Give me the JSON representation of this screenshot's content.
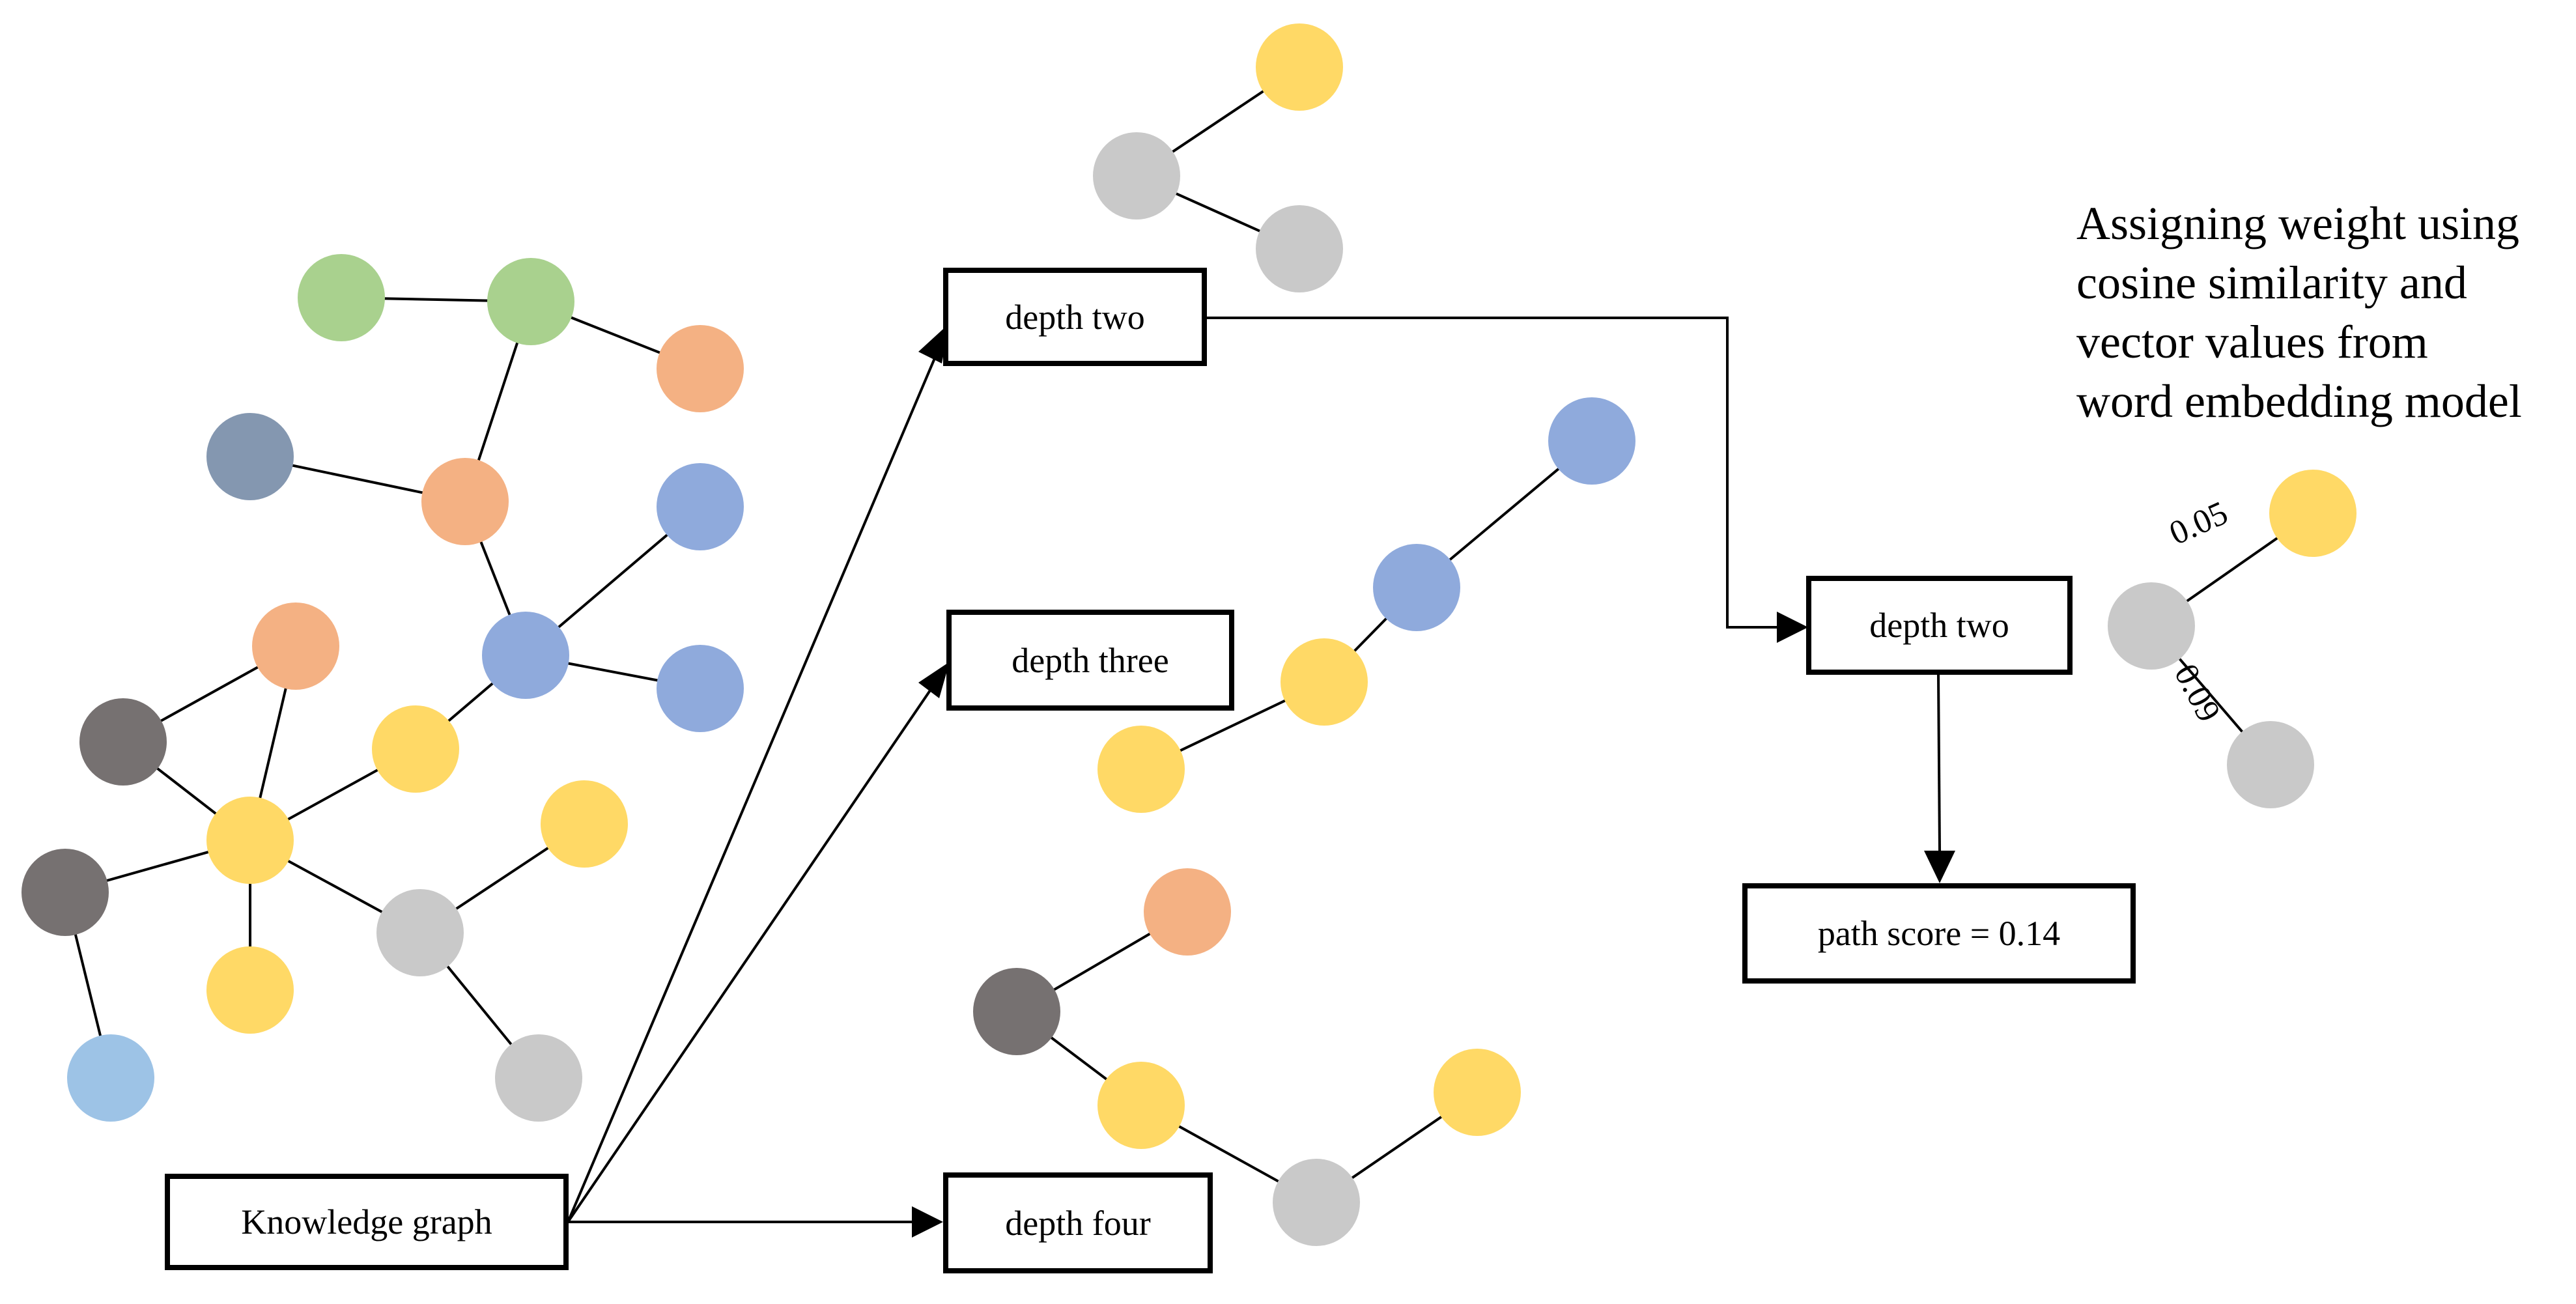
{
  "colors": {
    "green": "#a9d18e",
    "orange": "#f4b183",
    "slate": "#8497b0",
    "blue": "#8faadc",
    "yellow": "#ffd966",
    "darkgray": "#767171",
    "lightgray": "#c9c9c9",
    "lightblue": "#9dc3e6",
    "line": "#000000"
  },
  "boxes": {
    "knowledge_graph": "Knowledge graph",
    "depth_two": "depth two",
    "depth_three": "depth three",
    "depth_four": "depth four",
    "depth_two_right": "depth two",
    "path_score": "path score = 0.14"
  },
  "annotation": {
    "lines": [
      "Assigning weight using",
      "cosine similarity and",
      "vector values from",
      "word embedding model"
    ]
  },
  "weights": {
    "edge_yellow": "0.05",
    "edge_gray": "0.09"
  },
  "graphs": {
    "knowledge_graph": {
      "nodes": [
        {
          "id": "g1",
          "color": "green"
        },
        {
          "id": "g2",
          "color": "green"
        },
        {
          "id": "o1",
          "color": "orange"
        },
        {
          "id": "s1",
          "color": "slate"
        },
        {
          "id": "o2",
          "color": "orange"
        },
        {
          "id": "b1",
          "color": "blue"
        },
        {
          "id": "b2",
          "color": "blue"
        },
        {
          "id": "b3",
          "color": "blue"
        },
        {
          "id": "o3",
          "color": "orange"
        },
        {
          "id": "d1",
          "color": "darkgray"
        },
        {
          "id": "y1",
          "color": "yellow"
        },
        {
          "id": "y2",
          "color": "yellow"
        },
        {
          "id": "d2",
          "color": "darkgray"
        },
        {
          "id": "y3",
          "color": "yellow"
        },
        {
          "id": "l1",
          "color": "lightgray"
        },
        {
          "id": "y4",
          "color": "yellow"
        },
        {
          "id": "l2",
          "color": "lightgray"
        },
        {
          "id": "lb",
          "color": "lightblue"
        }
      ],
      "edges": [
        [
          "g1",
          "g2"
        ],
        [
          "g2",
          "o1"
        ],
        [
          "g2",
          "o2"
        ],
        [
          "s1",
          "o2"
        ],
        [
          "o2",
          "b1"
        ],
        [
          "b1",
          "b2"
        ],
        [
          "b1",
          "b3"
        ],
        [
          "b1",
          "y1"
        ],
        [
          "y1",
          "y2"
        ],
        [
          "o3",
          "y2"
        ],
        [
          "d1",
          "o3"
        ],
        [
          "d1",
          "y2"
        ],
        [
          "d2",
          "y2"
        ],
        [
          "y2",
          "y3"
        ],
        [
          "y2",
          "l1"
        ],
        [
          "l1",
          "y4"
        ],
        [
          "l1",
          "l2"
        ],
        [
          "d2",
          "lb"
        ]
      ]
    },
    "depth_two": {
      "nodes": [
        {
          "id": "a",
          "color": "lightgray"
        },
        {
          "id": "b",
          "color": "yellow"
        },
        {
          "id": "c",
          "color": "lightgray"
        }
      ],
      "edges": [
        [
          "a",
          "b"
        ],
        [
          "a",
          "c"
        ]
      ]
    },
    "depth_three": {
      "nodes": [
        {
          "id": "a",
          "color": "yellow"
        },
        {
          "id": "b",
          "color": "yellow"
        },
        {
          "id": "c",
          "color": "blue"
        },
        {
          "id": "d",
          "color": "blue"
        }
      ],
      "edges": [
        [
          "a",
          "b"
        ],
        [
          "b",
          "c"
        ],
        [
          "c",
          "d"
        ]
      ]
    },
    "depth_four": {
      "nodes": [
        {
          "id": "a",
          "color": "orange"
        },
        {
          "id": "b",
          "color": "darkgray"
        },
        {
          "id": "c",
          "color": "yellow"
        },
        {
          "id": "d",
          "color": "lightgray"
        },
        {
          "id": "e",
          "color": "yellow"
        }
      ],
      "edges": [
        [
          "b",
          "a"
        ],
        [
          "b",
          "c"
        ],
        [
          "c",
          "d"
        ],
        [
          "d",
          "e"
        ]
      ]
    },
    "weighted": {
      "nodes": [
        {
          "id": "a",
          "color": "lightgray"
        },
        {
          "id": "b",
          "color": "yellow"
        },
        {
          "id": "c",
          "color": "lightgray"
        }
      ],
      "edges": [
        [
          "a",
          "b"
        ],
        [
          "a",
          "c"
        ]
      ]
    }
  }
}
